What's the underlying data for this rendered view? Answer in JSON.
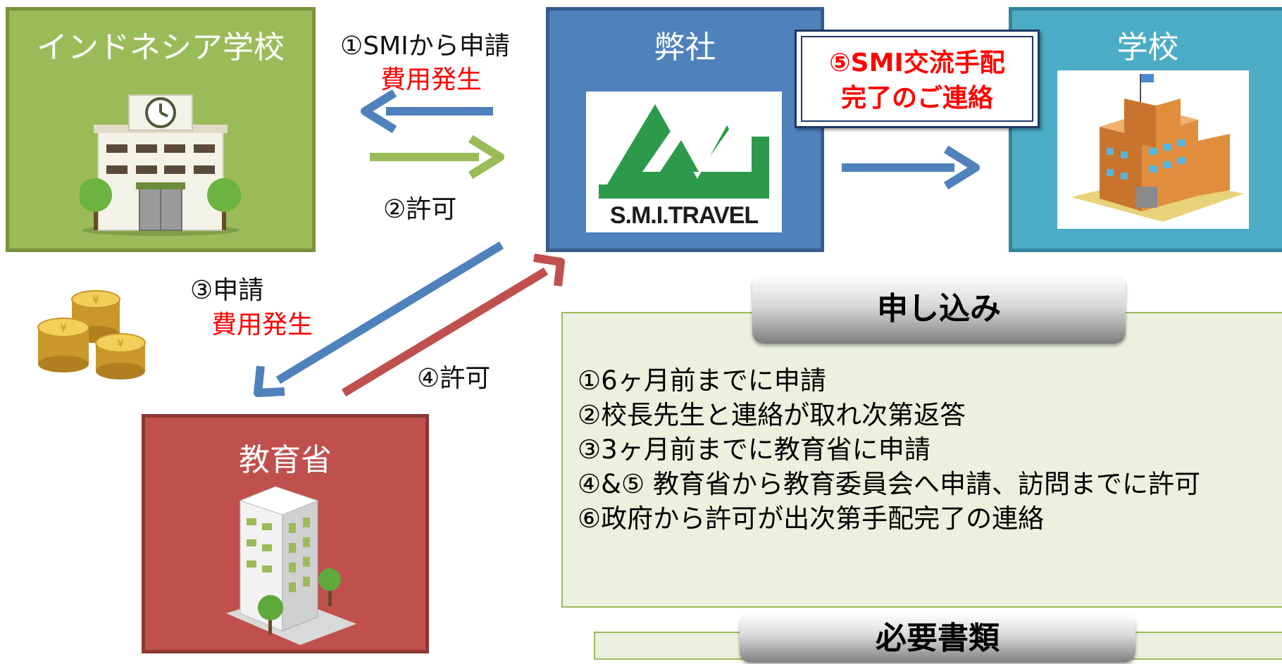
{
  "nodes": {
    "indonesia_school": "インドネシア学校",
    "company": "弊社",
    "school": "学校",
    "ministry": "教育省"
  },
  "logo": {
    "text": "S.M.I.TRAVEL"
  },
  "arrows": {
    "step1_label": "①SMIから申請",
    "step1_cost": "費用発生",
    "step2_label": "②許可",
    "step3_label": "③申請",
    "step3_cost": "費用発生",
    "step4_label": "④許可"
  },
  "notice": {
    "line1": "⑤SMI交流手配",
    "line2": "完了のご連絡"
  },
  "application": {
    "title": "申し込み",
    "steps": [
      "①6ヶ月前までに申請",
      "②校長先生と連絡が取れ次第返答",
      "③3ヶ月前までに教育省に申請",
      "④&⑤ 教育省から教育委員会へ申請、訪問までに許可",
      "⑥政府から許可が出次第手配完了の連絡"
    ]
  },
  "documents": {
    "title": "必要書類"
  },
  "colors": {
    "green": "#9bbb59",
    "blue": "#4f81bd",
    "teal": "#4bacc6",
    "red_box": "#c0504d",
    "accent_red": "#ff0000"
  }
}
